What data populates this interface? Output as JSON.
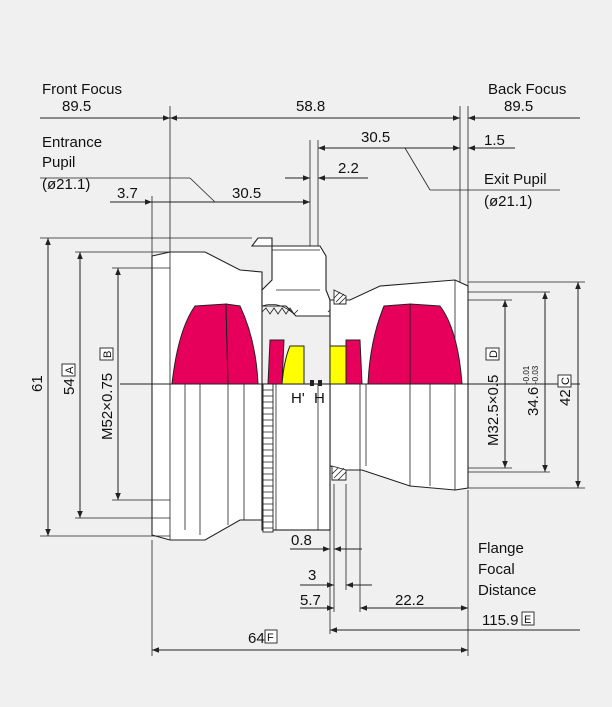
{
  "labels": {
    "front_focus": "Front Focus",
    "front_focus_value": "89.5",
    "back_focus": "Back Focus",
    "back_focus_value": "89.5",
    "length_58_8": "58.8",
    "entrance_pupil_1": "Entrance",
    "entrance_pupil_2": "Pupil",
    "entrance_pupil_dia": "(ø21.1)",
    "exit_pupil": "Exit Pupil",
    "exit_pupil_dia": "(ø21.1)",
    "dim_30_5_top": "30.5",
    "dim_1_5": "1.5",
    "dim_2_2": "2.2",
    "dim_3_7": "3.7",
    "dim_30_5_mid": "30.5",
    "dim_61": "61",
    "dim_54": "54",
    "box_a": "A",
    "thread_m52": "M52×0.75",
    "box_b": "B",
    "thread_m32": "M32.5×0.5",
    "box_d": "D",
    "dim_34_6": "34.6",
    "tol_upper": "-0.01",
    "tol_lower": "-0.03",
    "dim_42": "42",
    "box_c": "C",
    "h_prime": "H'",
    "h": "H",
    "dim_0_8": "0.8",
    "dim_3": "3",
    "dim_5_7": "5.7",
    "dim_22_2": "22.2",
    "flange_1": "Flange",
    "flange_2": "Focal",
    "flange_3": "Distance",
    "dim_115_9": "115.9",
    "box_e": "E",
    "dim_64": "64",
    "box_f": "F"
  },
  "colors": {
    "background": "#f0f0f0",
    "outer_elements": "#e6005c",
    "inner_elements": "#ffff00",
    "line": "#222222"
  }
}
